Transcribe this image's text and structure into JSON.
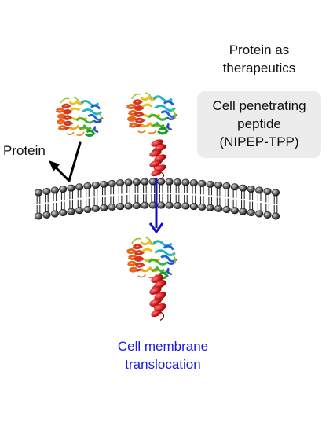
{
  "title": "Protein as therapeutics",
  "cpp": {
    "line1": "Cell penetrating",
    "line2": "peptide",
    "line3": "(NIPEP-TPP)"
  },
  "protein_label": "Protein",
  "translocation": {
    "line1": "Cell membrane",
    "line2": "translocation"
  },
  "colors": {
    "peptide": "#c41616",
    "arrow_blue": "#1010d0",
    "membrane_head": "#2a2a2a",
    "cpp_box": "#ececec"
  }
}
